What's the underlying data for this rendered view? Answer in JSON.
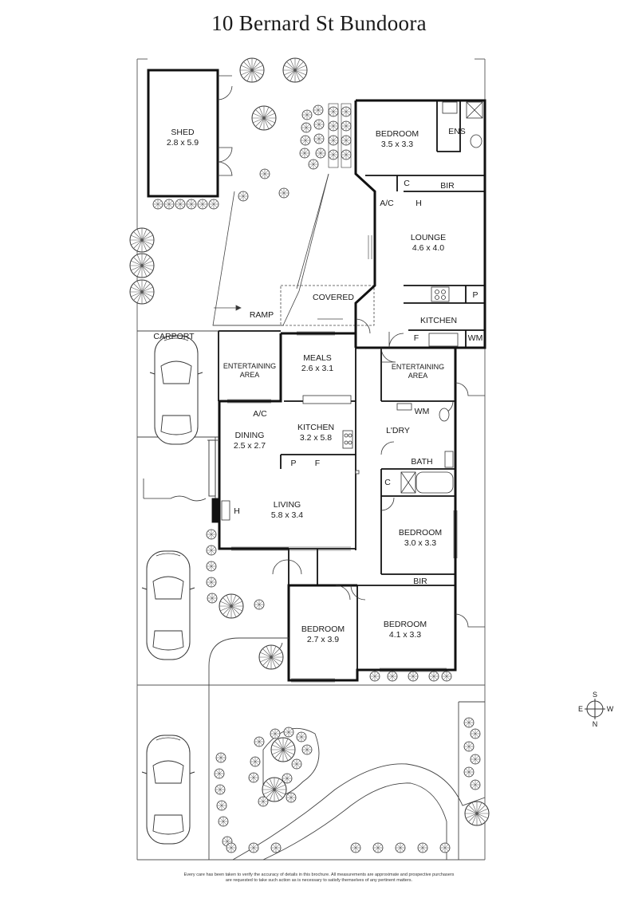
{
  "title": "10 Bernard St Bundoora",
  "rooms": {
    "shed": {
      "name": "SHED",
      "size": "2.8 x 5.9"
    },
    "bedroom_master": {
      "name": "BEDROOM",
      "size": "3.5 x 3.3"
    },
    "ens": "ENS",
    "bir_top": "BIR",
    "c_top": "C",
    "h_top": "H",
    "ac_top": "A/C",
    "lounge": {
      "name": "LOUNGE",
      "size": "4.6 x 4.0"
    },
    "p_top": "P",
    "covered": "COVERED",
    "ramp": "RAMP",
    "kitchen_top": "KITCHEN",
    "f_top": "F",
    "wm_top": "WM",
    "carport": "CARPORT",
    "entertaining_left": {
      "line1": "ENTERTAINING",
      "line2": "AREA"
    },
    "meals": {
      "name": "MEALS",
      "size": "2.6 x 3.1"
    },
    "entertaining_right": {
      "line1": "ENTERTAINING",
      "line2": "AREA"
    },
    "ac_mid": "A/C",
    "wm_mid": "WM",
    "dining": {
      "name": "DINING",
      "size": "2.5 x 2.7"
    },
    "kitchen": {
      "name": "KITCHEN",
      "size": "3.2 x 5.8"
    },
    "ldry": "L'DRY",
    "p_mid": "P",
    "f_mid": "F",
    "bath": "BATH",
    "c_mid": "C",
    "h_mid": "H",
    "living": {
      "name": "LIVING",
      "size": "5.8 x 3.4"
    },
    "bedroom_3": {
      "name": "BEDROOM",
      "size": "3.0 x 3.3"
    },
    "bir_mid": "BIR",
    "bedroom_4": {
      "name": "BEDROOM",
      "size": "2.7 x 3.9"
    },
    "bedroom_2": {
      "name": "BEDROOM",
      "size": "4.1 x 3.3"
    }
  },
  "compass": {
    "s": "S",
    "n": "N",
    "e": "E",
    "w": "W"
  },
  "disclaimer": {
    "line1": "Every care has been taken to verify the accuracy of details in this brochure. All measurements are approximate and prospective purchasers",
    "line2": "are requested to take such action as is necessary to satisfy themselves of any pertinent matters."
  }
}
